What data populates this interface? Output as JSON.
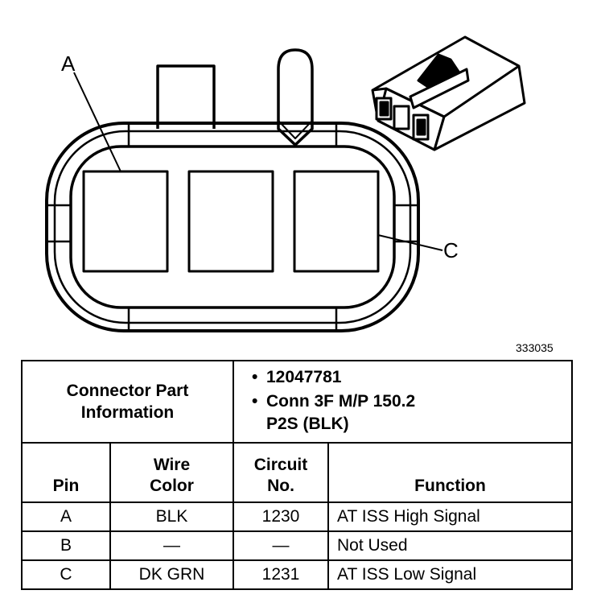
{
  "figure_id": "333035",
  "callouts": {
    "a": "A",
    "c": "C"
  },
  "table": {
    "part_info_label": "Connector Part\nInformation",
    "part_info_items": [
      "12047781",
      "Conn 3F M/P 150.2\nP2S (BLK)"
    ],
    "headers": {
      "pin": "Pin",
      "wire_color": "Wire\nColor",
      "circuit": "Circuit\nNo.",
      "function": "Function"
    },
    "rows": [
      {
        "pin": "A",
        "wire_color": "BLK",
        "circuit": "1230",
        "function": "AT ISS High Signal"
      },
      {
        "pin": "B",
        "wire_color": "—",
        "circuit": "—",
        "function": "Not Used"
      },
      {
        "pin": "C",
        "wire_color": "DK GRN",
        "circuit": "1231",
        "function": "AT ISS Low Signal"
      }
    ]
  }
}
